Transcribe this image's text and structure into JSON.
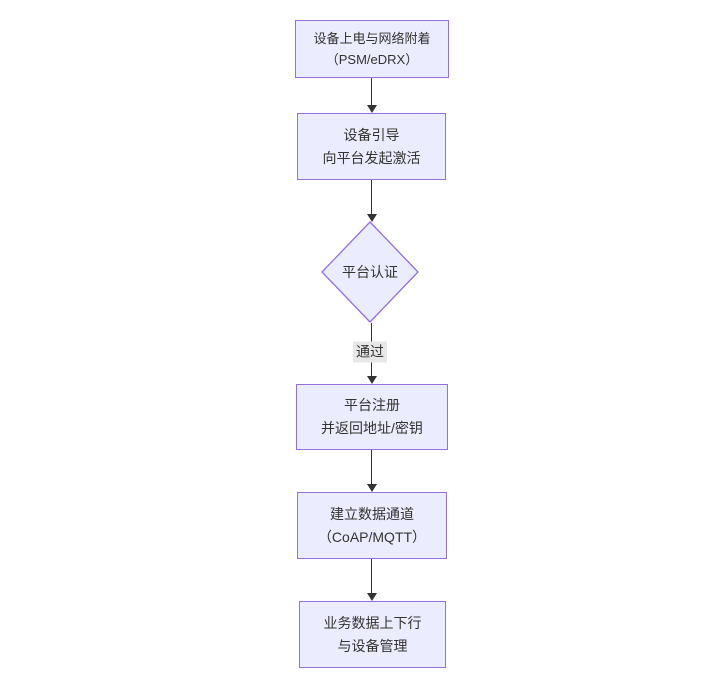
{
  "diagram": {
    "type": "flowchart",
    "direction": "top-down",
    "colors": {
      "node_fill": "#ECECFF",
      "node_border": "#9370DB",
      "edge_color": "#333333",
      "text_color": "#333333",
      "edge_label_bg": "#e8e8e8",
      "background": "#ffffff"
    },
    "nodes": [
      {
        "id": "power-attach",
        "shape": "rect",
        "lines": [
          "设备上电与网络附着",
          "（PSM/eDRX）"
        ]
      },
      {
        "id": "bootstrap",
        "shape": "rect",
        "lines": [
          "设备引导",
          "向平台发起激活"
        ]
      },
      {
        "id": "platform-auth",
        "shape": "diamond",
        "lines": [
          "平台认证"
        ]
      },
      {
        "id": "platform-register",
        "shape": "rect",
        "lines": [
          "平台注册",
          "并返回地址/密钥"
        ]
      },
      {
        "id": "data-channel",
        "shape": "rect",
        "lines": [
          "建立数据通道",
          "（CoAP/MQTT）"
        ]
      },
      {
        "id": "business-data",
        "shape": "rect",
        "lines": [
          "业务数据上下行",
          "与设备管理"
        ]
      }
    ],
    "edges": [
      {
        "from": "power-attach",
        "to": "bootstrap",
        "label": ""
      },
      {
        "from": "bootstrap",
        "to": "platform-auth",
        "label": ""
      },
      {
        "from": "platform-auth",
        "to": "platform-register",
        "label": "通过"
      },
      {
        "from": "platform-register",
        "to": "data-channel",
        "label": ""
      },
      {
        "from": "data-channel",
        "to": "business-data",
        "label": ""
      }
    ]
  }
}
